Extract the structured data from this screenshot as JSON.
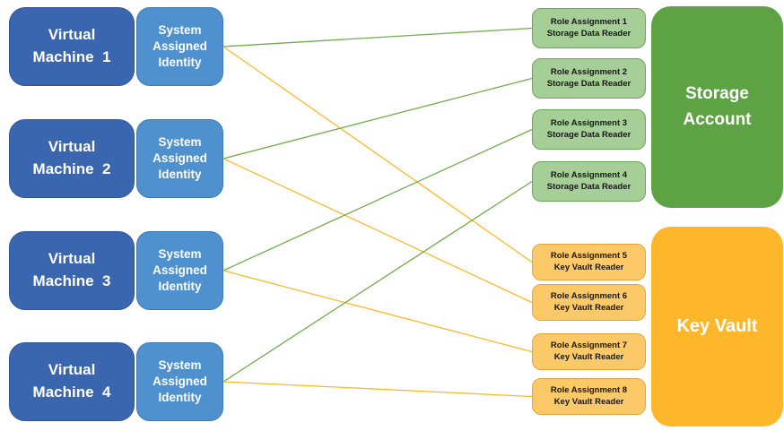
{
  "colors": {
    "vm_fill": "#3a66b0",
    "identity_fill": "#4f91ce",
    "storage_role_fill": "#a6cf98",
    "storage_role_border": "#6aa557",
    "key_vault_role_fill": "#fcc968",
    "key_vault_role_border": "#e9a23b",
    "storage_account_fill": "#5da344",
    "key_vault_fill": "#feb72b",
    "green": "#6fad4b",
    "orange": "#fdb827"
  },
  "vm_rows": [
    {
      "vm_line1": "Virtual",
      "vm_line2": "Machine  1",
      "id_line1": "System",
      "id_line2": "Assigned",
      "id_line3": "Identity"
    },
    {
      "vm_line1": "Virtual",
      "vm_line2": "Machine  2",
      "id_line1": "System",
      "id_line2": "Assigned",
      "id_line3": "Identity"
    },
    {
      "vm_line1": "Virtual",
      "vm_line2": "Machine  3",
      "id_line1": "System",
      "id_line2": "Assigned",
      "id_line3": "Identity"
    },
    {
      "vm_line1": "Virtual",
      "vm_line2": "Machine  4",
      "id_line1": "System",
      "id_line2": "Assigned",
      "id_line3": "Identity"
    }
  ],
  "role_assignments": [
    {
      "title": "Role Assignment 1",
      "subtitle": "Storage Data Reader",
      "group": "storage"
    },
    {
      "title": "Role Assignment 2",
      "subtitle": "Storage Data Reader",
      "group": "storage"
    },
    {
      "title": "Role Assignment 3",
      "subtitle": "Storage Data Reader",
      "group": "storage"
    },
    {
      "title": "Role Assignment 4",
      "subtitle": "Storage Data Reader",
      "group": "storage"
    },
    {
      "title": "Role Assignment 5",
      "subtitle": "Key Vault Reader",
      "group": "key_vault"
    },
    {
      "title": "Role Assignment 6",
      "subtitle": "Key Vault Reader",
      "group": "key_vault"
    },
    {
      "title": "Role Assignment 7",
      "subtitle": "Key Vault Reader",
      "group": "key_vault"
    },
    {
      "title": "Role Assignment 8",
      "subtitle": "Key Vault Reader",
      "group": "key_vault"
    }
  ],
  "storage_account": {
    "line1": "Storage",
    "line2": "Account"
  },
  "key_vault": {
    "label": "Key Vault"
  },
  "connections": [
    {
      "from": "identity-1",
      "to": "role-1",
      "color": "green"
    },
    {
      "from": "identity-1",
      "to": "role-5",
      "color": "orange"
    },
    {
      "from": "identity-2",
      "to": "role-2",
      "color": "green"
    },
    {
      "from": "identity-2",
      "to": "role-6",
      "color": "orange"
    },
    {
      "from": "identity-3",
      "to": "role-3",
      "color": "green"
    },
    {
      "from": "identity-3",
      "to": "role-7",
      "color": "orange"
    },
    {
      "from": "identity-4",
      "to": "role-4",
      "color": "green"
    },
    {
      "from": "identity-4",
      "to": "role-8",
      "color": "orange"
    }
  ]
}
